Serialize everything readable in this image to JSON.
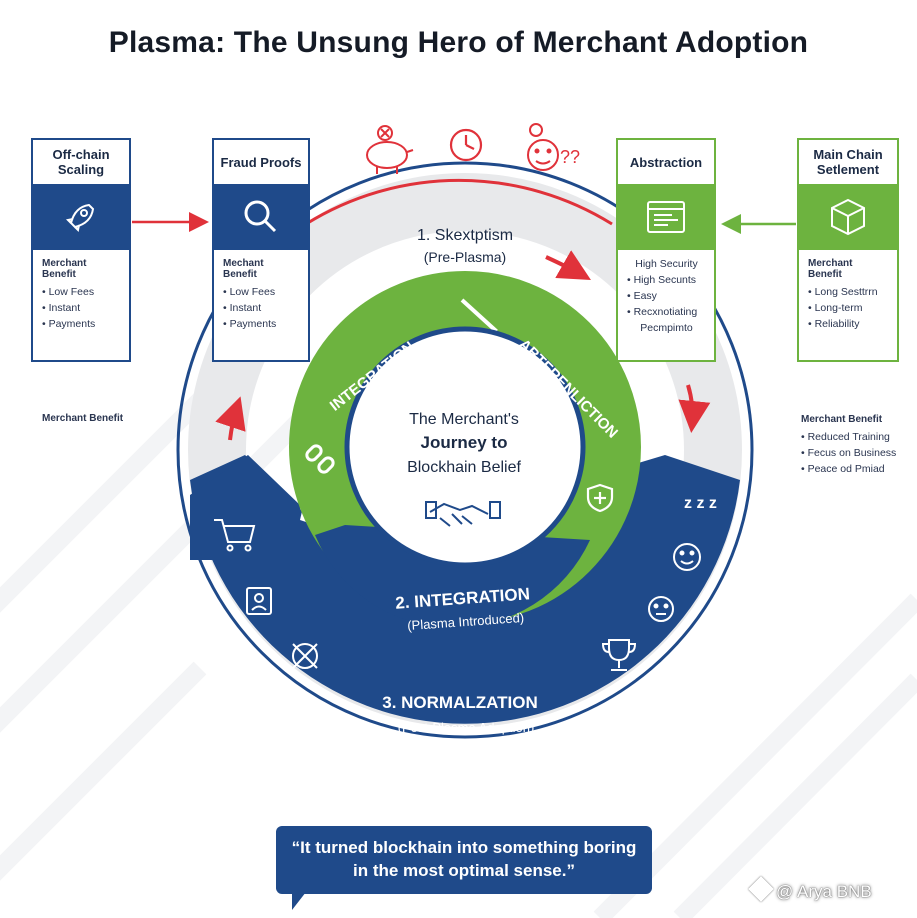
{
  "title": "Plasma: The Unsung Hero of Merchant Adoption",
  "colors": {
    "navy": "#1f4a8a",
    "green": "#6db33f",
    "red": "#e0323a",
    "ring_gray": "#e8e9eb"
  },
  "cards": {
    "offchain": {
      "title": "Off-chain Scaling",
      "icon": "rocket-icon",
      "benefit_heading": "Merchant Benefit",
      "items": [
        "• Low Fees",
        "• Instant",
        "• Payments"
      ]
    },
    "fraud": {
      "title": "Fraud Proofs",
      "icon": "magnifier-icon",
      "benefit_heading": "Mechant Benefit",
      "items": [
        "• Low Fees",
        "• Instant",
        "• Payments"
      ]
    },
    "abstraction": {
      "title": "Abstraction",
      "icon": "browser-window-icon",
      "items": [
        "High Security",
        "• High Secunts",
        "• Easy",
        "• Recxnotiating",
        "Pecmpimto"
      ]
    },
    "mainchain": {
      "title": "Main Chain Setlement",
      "icon": "cube-icon",
      "benefit_heading": "Merchant Benefit",
      "items": [
        "• Long Sesttrrn",
        "• Long-term",
        "• Reliability"
      ]
    }
  },
  "left_note": {
    "heading": "Merchant Benefit"
  },
  "right_note": {
    "heading": "Merchant Benefit",
    "items": [
      "• Reduced Training",
      "• Fecus on Business",
      "• Peace od Pmiad"
    ]
  },
  "top_icons": [
    "piggy-bank-icon",
    "clock-icon",
    "confused-face-icon"
  ],
  "top_icons_text": "??",
  "stages": {
    "s1": {
      "title": "1. Skextptism",
      "subtitle": "(Pre-Plasma)"
    },
    "s2": {
      "title": "2. INTEGRATION",
      "subtitle": "(Plasma Introduced)"
    },
    "s3": {
      "title": "3. NORMALZATION",
      "subtitle": "(Post-Plasma Adoption)"
    }
  },
  "inner_ring": {
    "left_label": "INTEGRATION",
    "right_label": "ABTERENLICTION"
  },
  "center": {
    "line1": "The Merchant's",
    "line2": "Journey to",
    "line3": "Blockhain Belief"
  },
  "sleep_text": "z z z",
  "quote": {
    "line1": "“It turned blockhain into something boring",
    "line2": "in the most optimal sense.”"
  },
  "watermark": "@ Arya BNB"
}
